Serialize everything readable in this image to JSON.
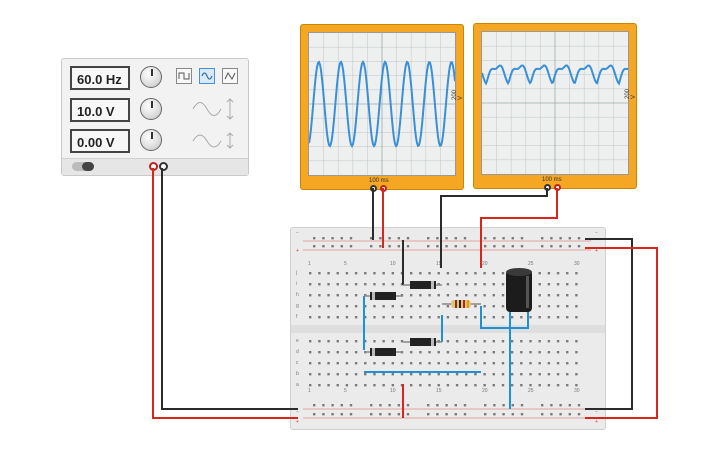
{
  "function_generator": {
    "frequency": "60.0 Hz",
    "amplitude": "10.0 V",
    "dc_offset": "0.00 V",
    "waveform_selected": "sine",
    "waveforms": [
      "square-wave-icon",
      "sine-wave-icon",
      "triangle-wave-icon"
    ]
  },
  "oscilloscope_1": {
    "time_div": "100 ms",
    "volt_div": "200 V"
  },
  "oscilloscope_2": {
    "time_div": "100 ms",
    "volt_div": "200 V"
  },
  "breadboard": {
    "column_numbers": [
      "1",
      "5",
      "10",
      "15",
      "20",
      "25",
      "30"
    ],
    "row_letters_top": [
      "j",
      "i",
      "h",
      "g",
      "f"
    ],
    "row_letters_bottom": [
      "e",
      "d",
      "c",
      "b",
      "a"
    ]
  },
  "colors": {
    "wire_red": "#d9261c",
    "wire_black": "#2b2b2b",
    "wire_blue": "#1f8fd6",
    "scope_body": "#f5a623",
    "trace": "#3a8fd9"
  }
}
